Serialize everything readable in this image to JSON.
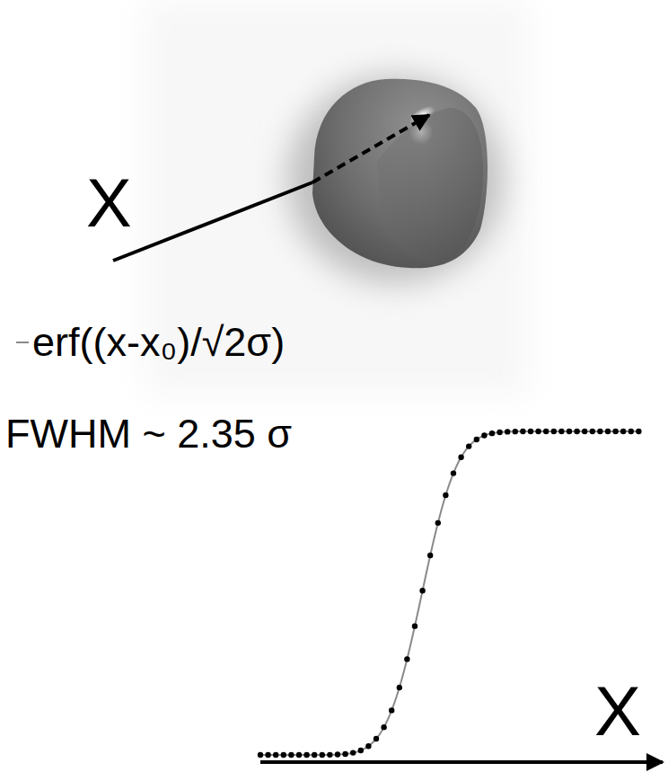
{
  "diagram": {
    "labels": [
      "X",
      "FWHM ~ 2.35 σ",
      "X"
    ],
    "legend": [
      {
        "text": "erf((x-x₀)/√2σ)"
      }
    ]
  }
}
